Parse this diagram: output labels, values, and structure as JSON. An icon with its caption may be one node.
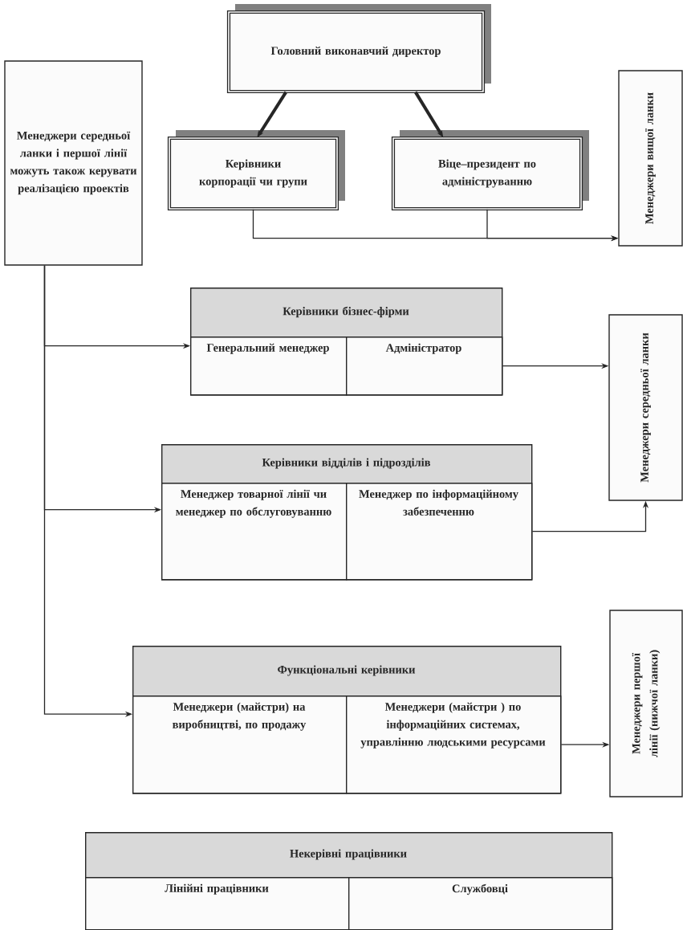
{
  "diagram": {
    "nodes": [
      {
        "text": [
          "Головний виконавчий директор"
        ]
      },
      {
        "text": [
          "Менеджери середньої ланки і першої лінії можуть також керувати реалізацією проектів"
        ]
      },
      {
        "text": [
          "Керівники корпорації чи групи"
        ]
      },
      {
        "text": [
          "Віце–президент по адмініструванню"
        ]
      },
      {
        "text": [
          "Менеджери вищої ланки"
        ]
      },
      {
        "text": [
          "Керівники бізнес-фірми"
        ]
      },
      {
        "text": [
          "Генеральний менеджер"
        ],
        "in": 5
      },
      {
        "text": [
          "Адміністратор"
        ],
        "in": 5
      },
      {
        "text": [
          "Менеджери середньої ланки"
        ]
      },
      {
        "text": [
          "Керівники відділів і підрозділів"
        ]
      },
      {
        "text": [
          "Менеджер товарної лінії чи менеджер по обслуговуванню"
        ],
        "in": 9
      },
      {
        "text": [
          "Менеджер по інформаційному забезпеченню"
        ],
        "in": 9
      },
      {
        "text": [
          "Менеджери першої лінії (нижчої ланки)"
        ]
      },
      {
        "text": [
          "Функціональні керівники"
        ]
      },
      {
        "text": [
          "Менеджери (майстри) на виробництві, по продажу"
        ],
        "in": 13
      },
      {
        "text": [
          "Менеджери (майстри ) по інформаційних системах, управлінню людськими ресурсами"
        ],
        "in": 13
      },
      {
        "text": [
          "Некерівні працівники"
        ]
      },
      {
        "text": [
          "Лінійні працівники"
        ],
        "in": 16
      },
      {
        "text": [
          "Службовці"
        ],
        "in": 16
      }
    ],
    "edges": [
      {
        "from": 0,
        "to": 2,
        "arrow": "to",
        "style": "thick"
      },
      {
        "from": 0,
        "to": 3,
        "arrow": "to",
        "style": "thick"
      },
      {
        "from": 2,
        "to": 4,
        "arrow": "to"
      },
      {
        "from": 3,
        "to": 4,
        "arrow": "to"
      },
      {
        "from": 1,
        "to": 6,
        "arrow": "to"
      },
      {
        "from": 1,
        "to": 10,
        "arrow": "to"
      },
      {
        "from": 1,
        "to": 14,
        "arrow": "to"
      },
      {
        "from": 7,
        "to": 8,
        "arrow": "to"
      },
      {
        "from": 11,
        "to": 8,
        "arrow": "to"
      },
      {
        "from": 15,
        "to": 12,
        "arrow": "to"
      }
    ]
  }
}
